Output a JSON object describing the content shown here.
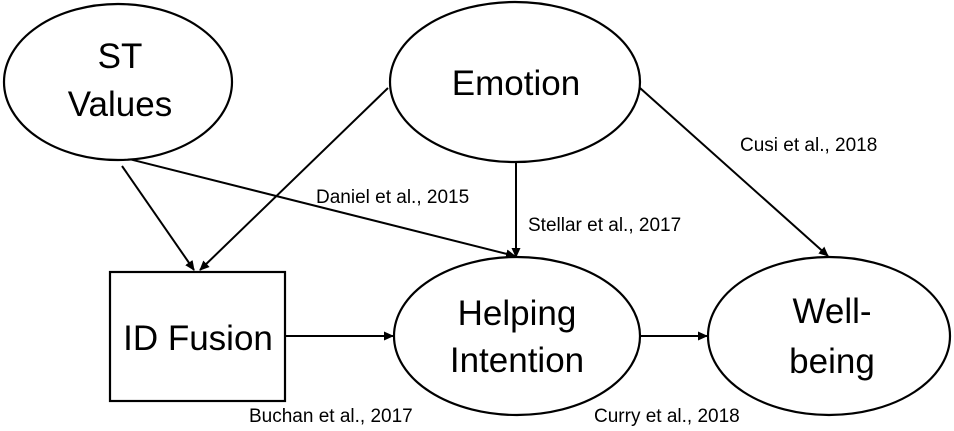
{
  "nodes": {
    "st_values": {
      "line1": "ST",
      "line2": "Values"
    },
    "emotion": {
      "label": "Emotion"
    },
    "id_fusion": {
      "label": "ID Fusion"
    },
    "helping_intention": {
      "line1": "Helping",
      "line2": "Intention"
    },
    "well_being": {
      "line1": "Well-",
      "line2": "being"
    }
  },
  "edges": {
    "daniel": "Daniel et al., 2015",
    "stellar": "Stellar et al., 2017",
    "cusi": "Cusi et al., 2018",
    "buchan": "Buchan et al., 2017",
    "curry": "Curry et al., 2018"
  },
  "colors": {
    "stroke": "#000000",
    "background": "#ffffff"
  }
}
